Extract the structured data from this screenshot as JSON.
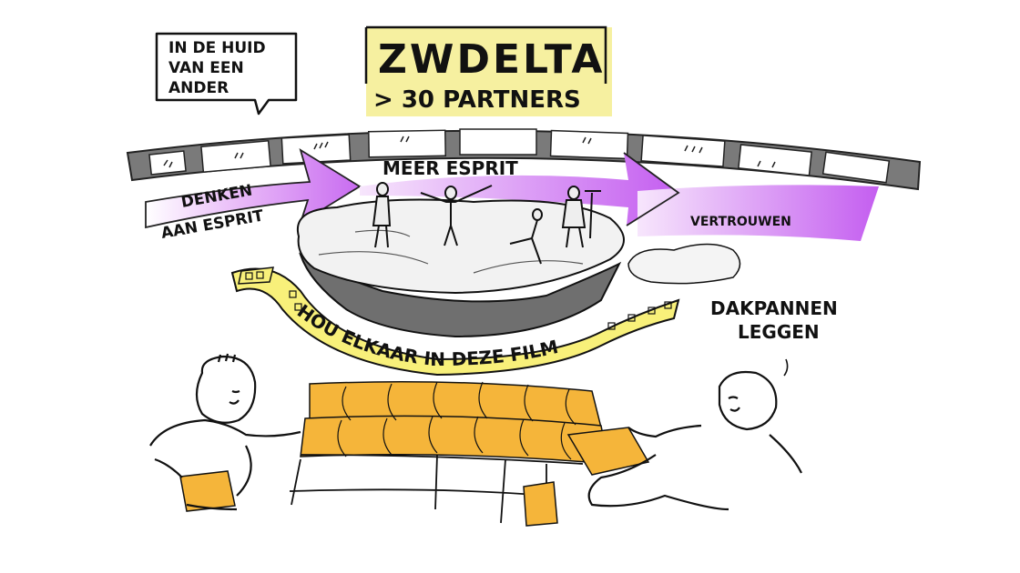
{
  "speech_bubble": {
    "lines": [
      "IN DE HUID",
      "VAN EEN",
      "ANDER"
    ]
  },
  "title": {
    "name": "ZWDELTA",
    "subtitle": "> 30 PARTNERS"
  },
  "arrow_labels": {
    "left_line1": "DENKEN",
    "left_line2": "AAN ESPRIT",
    "middle": "MEER ESPRIT",
    "right": "VERTROUWEN"
  },
  "film_banner": {
    "text": "HOU ELKAAR IN DEZE FILM"
  },
  "roof_label": {
    "line1": "DAKPANNEN",
    "line2": "LEGGEN"
  },
  "colors": {
    "highlight_yellow": "#f6f0a0",
    "arrow_purple": "#c86bf0",
    "roof_tile_orange": "#f5b53a",
    "film_strip_gray": "#7a7a7a",
    "banner_yellow": "#f8f07a"
  }
}
